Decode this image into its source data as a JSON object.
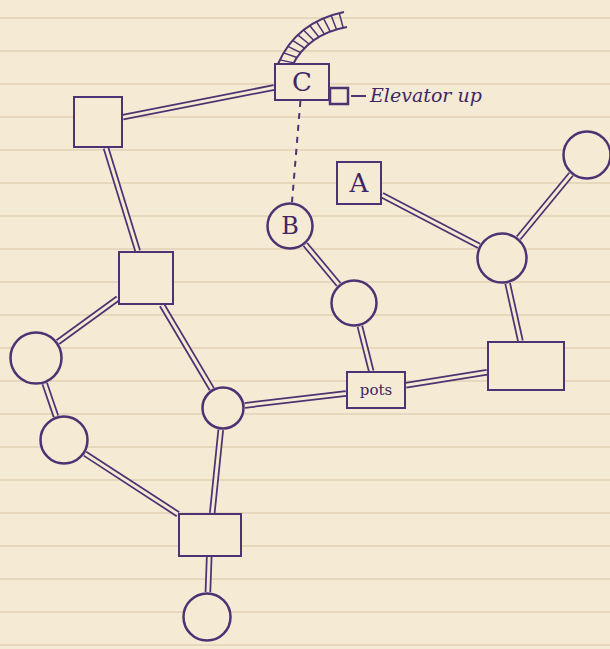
{
  "diagram": {
    "nodes": [
      {
        "text": [
          "C"
        ]
      },
      {
        "text": []
      },
      {
        "text": []
      },
      {
        "text": [
          "A"
        ]
      },
      {
        "text": [
          "B"
        ]
      },
      {
        "text": []
      },
      {
        "text": []
      },
      {
        "text": []
      },
      {
        "text": []
      },
      {
        "text": []
      },
      {
        "text": [
          "pots"
        ]
      },
      {
        "text": []
      },
      {
        "text": []
      },
      {
        "text": []
      },
      {
        "text": []
      }
    ],
    "edges": [
      {
        "from": 1,
        "to": 0,
        "arrow": "none"
      },
      {
        "from": 0,
        "to": 4,
        "arrow": "none"
      },
      {
        "from": 1,
        "to": 6,
        "arrow": "none"
      },
      {
        "from": 6,
        "to": 8,
        "arrow": "none"
      },
      {
        "from": 6,
        "to": 11,
        "arrow": "none"
      },
      {
        "from": 8,
        "to": 12,
        "arrow": "none"
      },
      {
        "from": 12,
        "to": 13,
        "arrow": "none"
      },
      {
        "from": 11,
        "to": 13,
        "arrow": "none"
      },
      {
        "from": 13,
        "to": 14,
        "arrow": "none"
      },
      {
        "from": 11,
        "to": 10,
        "arrow": "none"
      },
      {
        "from": 4,
        "to": 7,
        "arrow": "none"
      },
      {
        "from": 7,
        "to": 10,
        "arrow": "none"
      },
      {
        "from": 10,
        "to": 9,
        "arrow": "none"
      },
      {
        "from": 9,
        "to": 5,
        "arrow": "none"
      },
      {
        "from": 3,
        "to": 5,
        "arrow": "none"
      },
      {
        "from": 5,
        "to": 2,
        "arrow": "none"
      }
    ],
    "labels": [
      "Elevator up"
    ]
  }
}
